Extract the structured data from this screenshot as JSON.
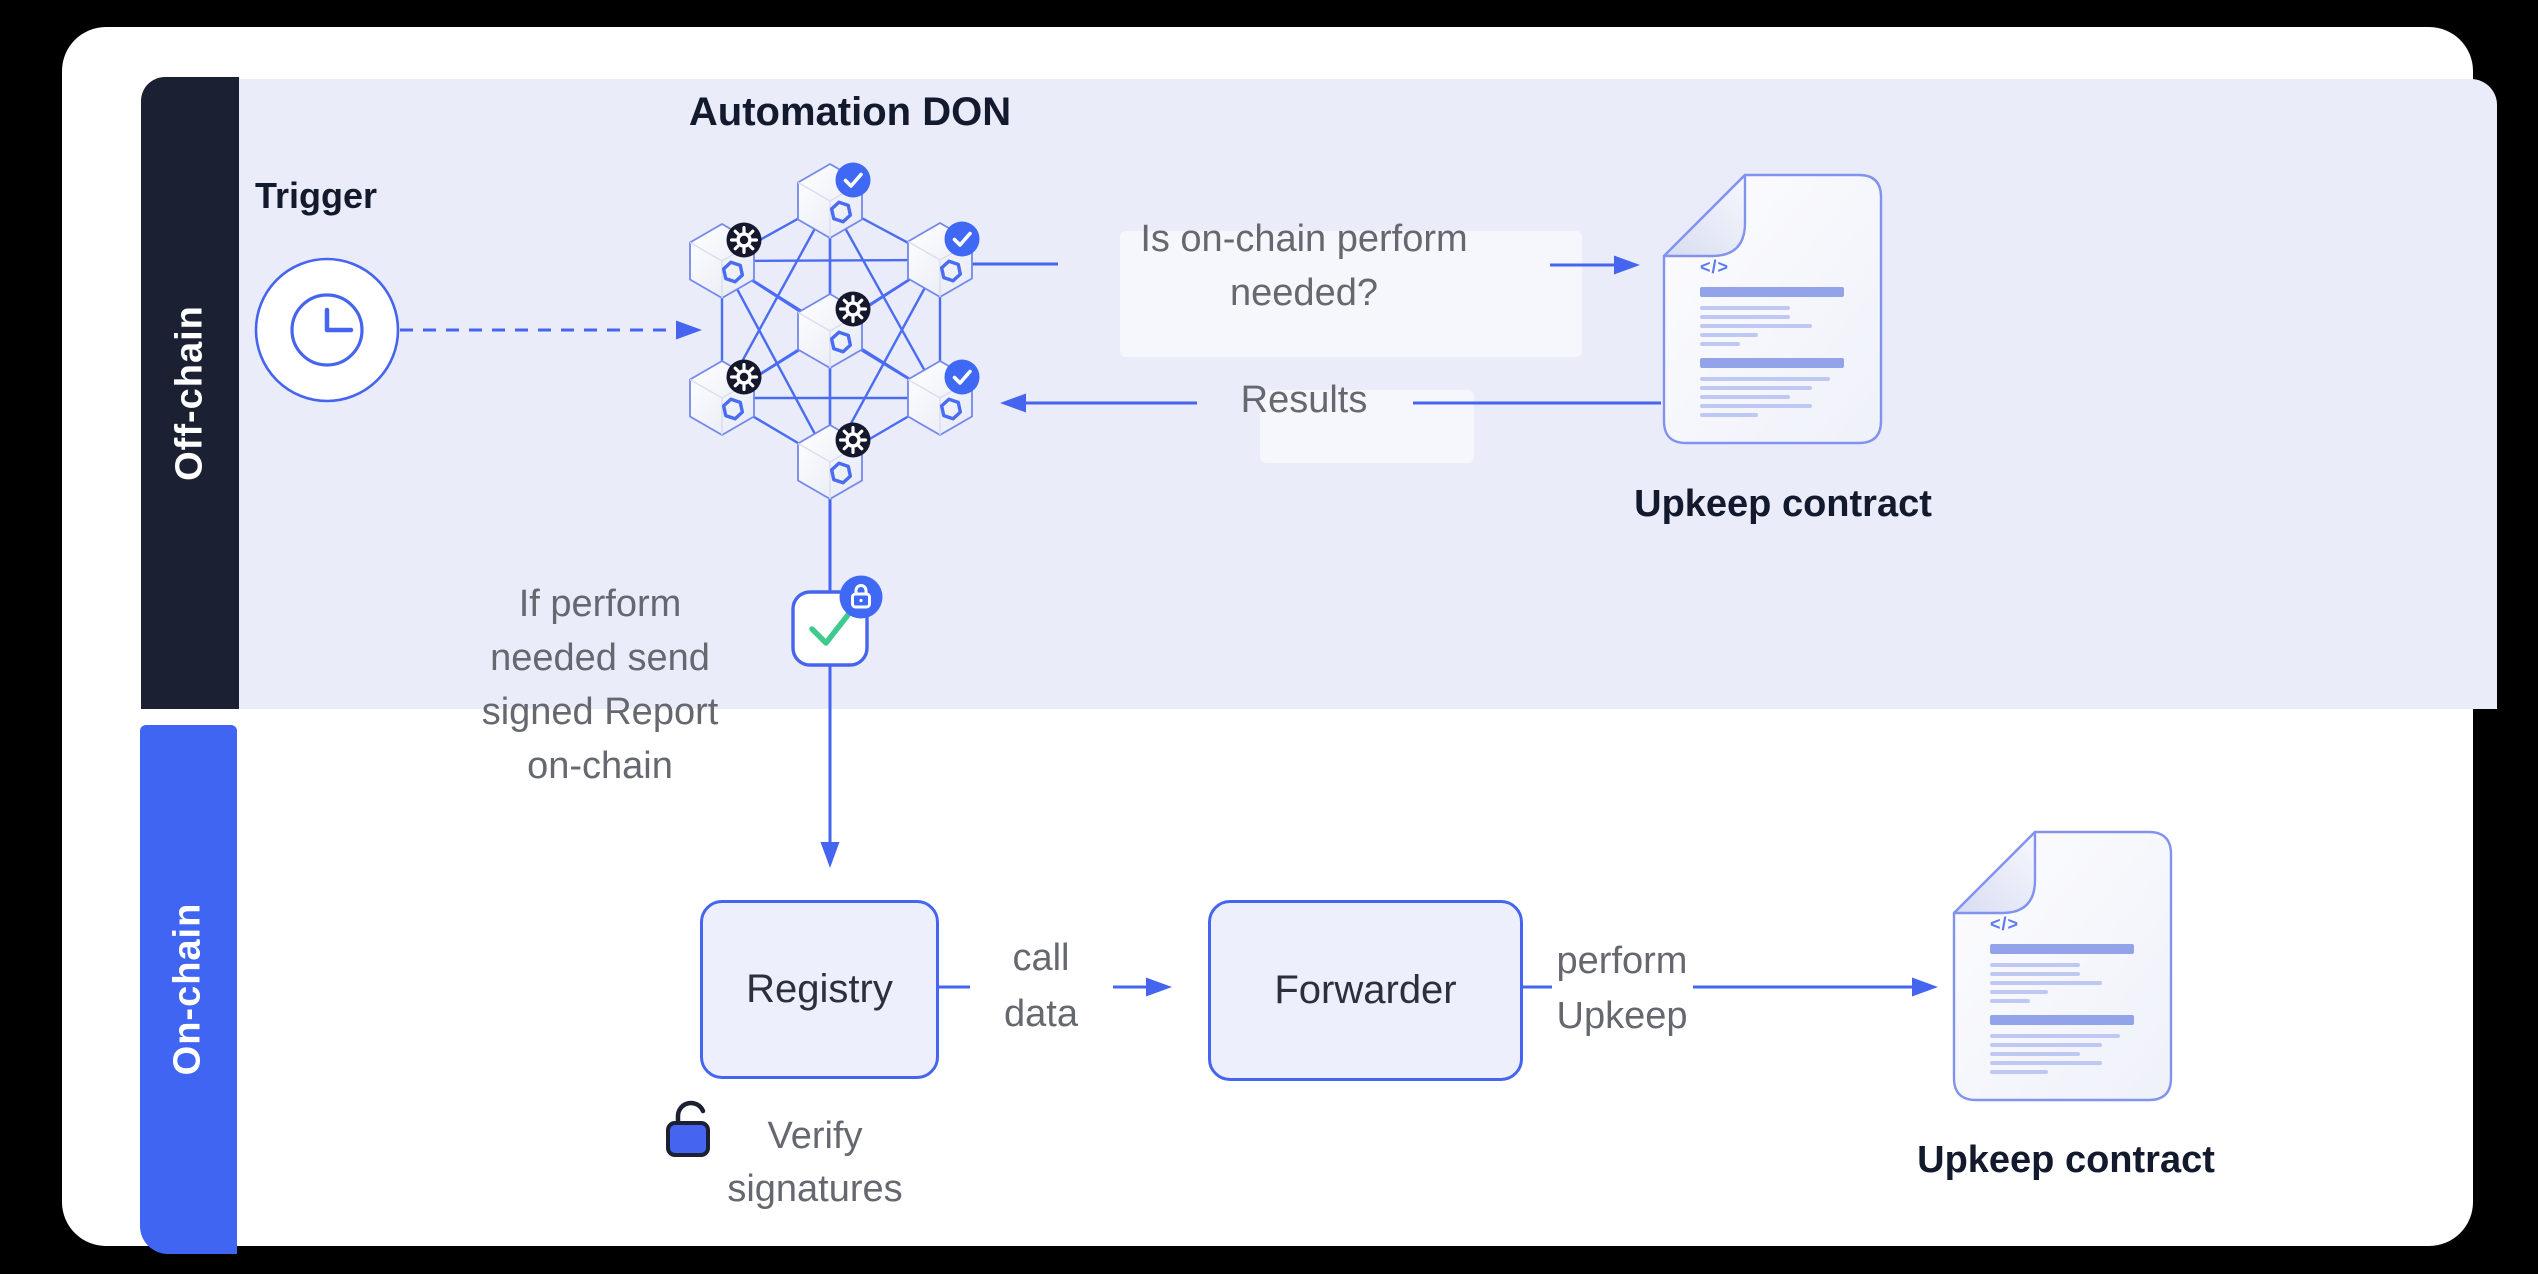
{
  "sections": {
    "off_chain_label": "Off-chain",
    "on_chain_label": "On-chain"
  },
  "don": {
    "title": "Automation DON"
  },
  "trigger": {
    "label": "Trigger"
  },
  "labels": {
    "question": "Is on-chain perform\nneeded?",
    "results": "Results",
    "if_perform": "If perform\nneeded send\nsigned Report\non-chain",
    "call_data": "call\ndata",
    "perform_upkeep": "perform\nUpkeep",
    "verify_signatures": "Verify\nsignatures"
  },
  "boxes": {
    "registry_label": "Registry",
    "forwarder_label": "Forwarder"
  },
  "contracts": {
    "top_label": "Upkeep contract",
    "bottom_label": "Upkeep contract",
    "code_glyph": "</>"
  },
  "icons": {
    "clock": "clock-icon",
    "check_badge": "check-badge-icon",
    "gear_badge": "gear-badge-icon",
    "lock_badge": "lock-badge-icon",
    "unlock": "unlock-icon",
    "green_check": "checkmark-icon",
    "hex_node": "hexagon-node-icon",
    "document": "contract-document-icon"
  },
  "colors": {
    "accent_blue": "#4565f0",
    "bar_blue": "#3f65f2",
    "bar_dark": "#1b2033",
    "band_purple": "#eaecfa",
    "gray_text": "#65686f",
    "dark_text": "#131a2e",
    "badge_blue": "#3f69f4",
    "gear_badge_bg": "#14182a",
    "green_check": "#3fca8f",
    "doc_border": "#8193ec",
    "code_bar": "#93a3e9",
    "code_line": "#bfc8f2"
  }
}
